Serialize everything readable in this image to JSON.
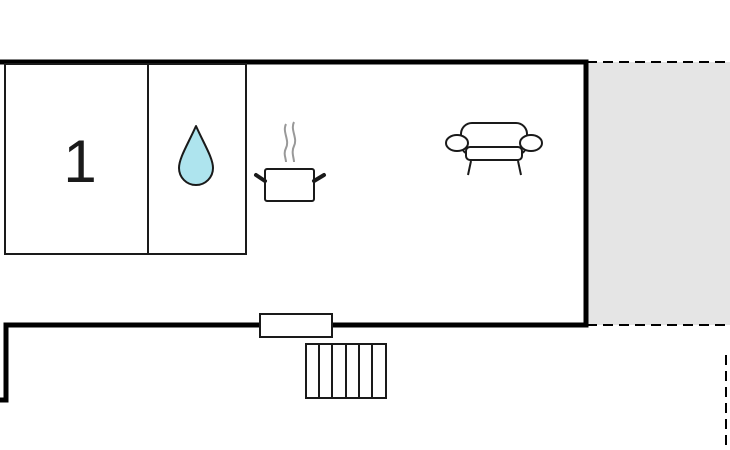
{
  "floor_plan": {
    "rooms": [
      {
        "kind": "bedroom",
        "label": "1"
      },
      {
        "kind": "bathroom",
        "icon": "water-drop-icon"
      },
      {
        "kind": "living-kitchen",
        "icons": [
          "cooking-pot-icon",
          "sofa-icon"
        ]
      }
    ],
    "terrace": {
      "kind": "terrace"
    },
    "stairs": {
      "kind": "stairs",
      "steps": 6
    },
    "door": {
      "kind": "entrance-door"
    }
  },
  "colors": {
    "wall": "#000000",
    "thin_wall": "#1a1a1a",
    "terrace_fill": "#e5e5e5",
    "water": "#aee4ee"
  }
}
